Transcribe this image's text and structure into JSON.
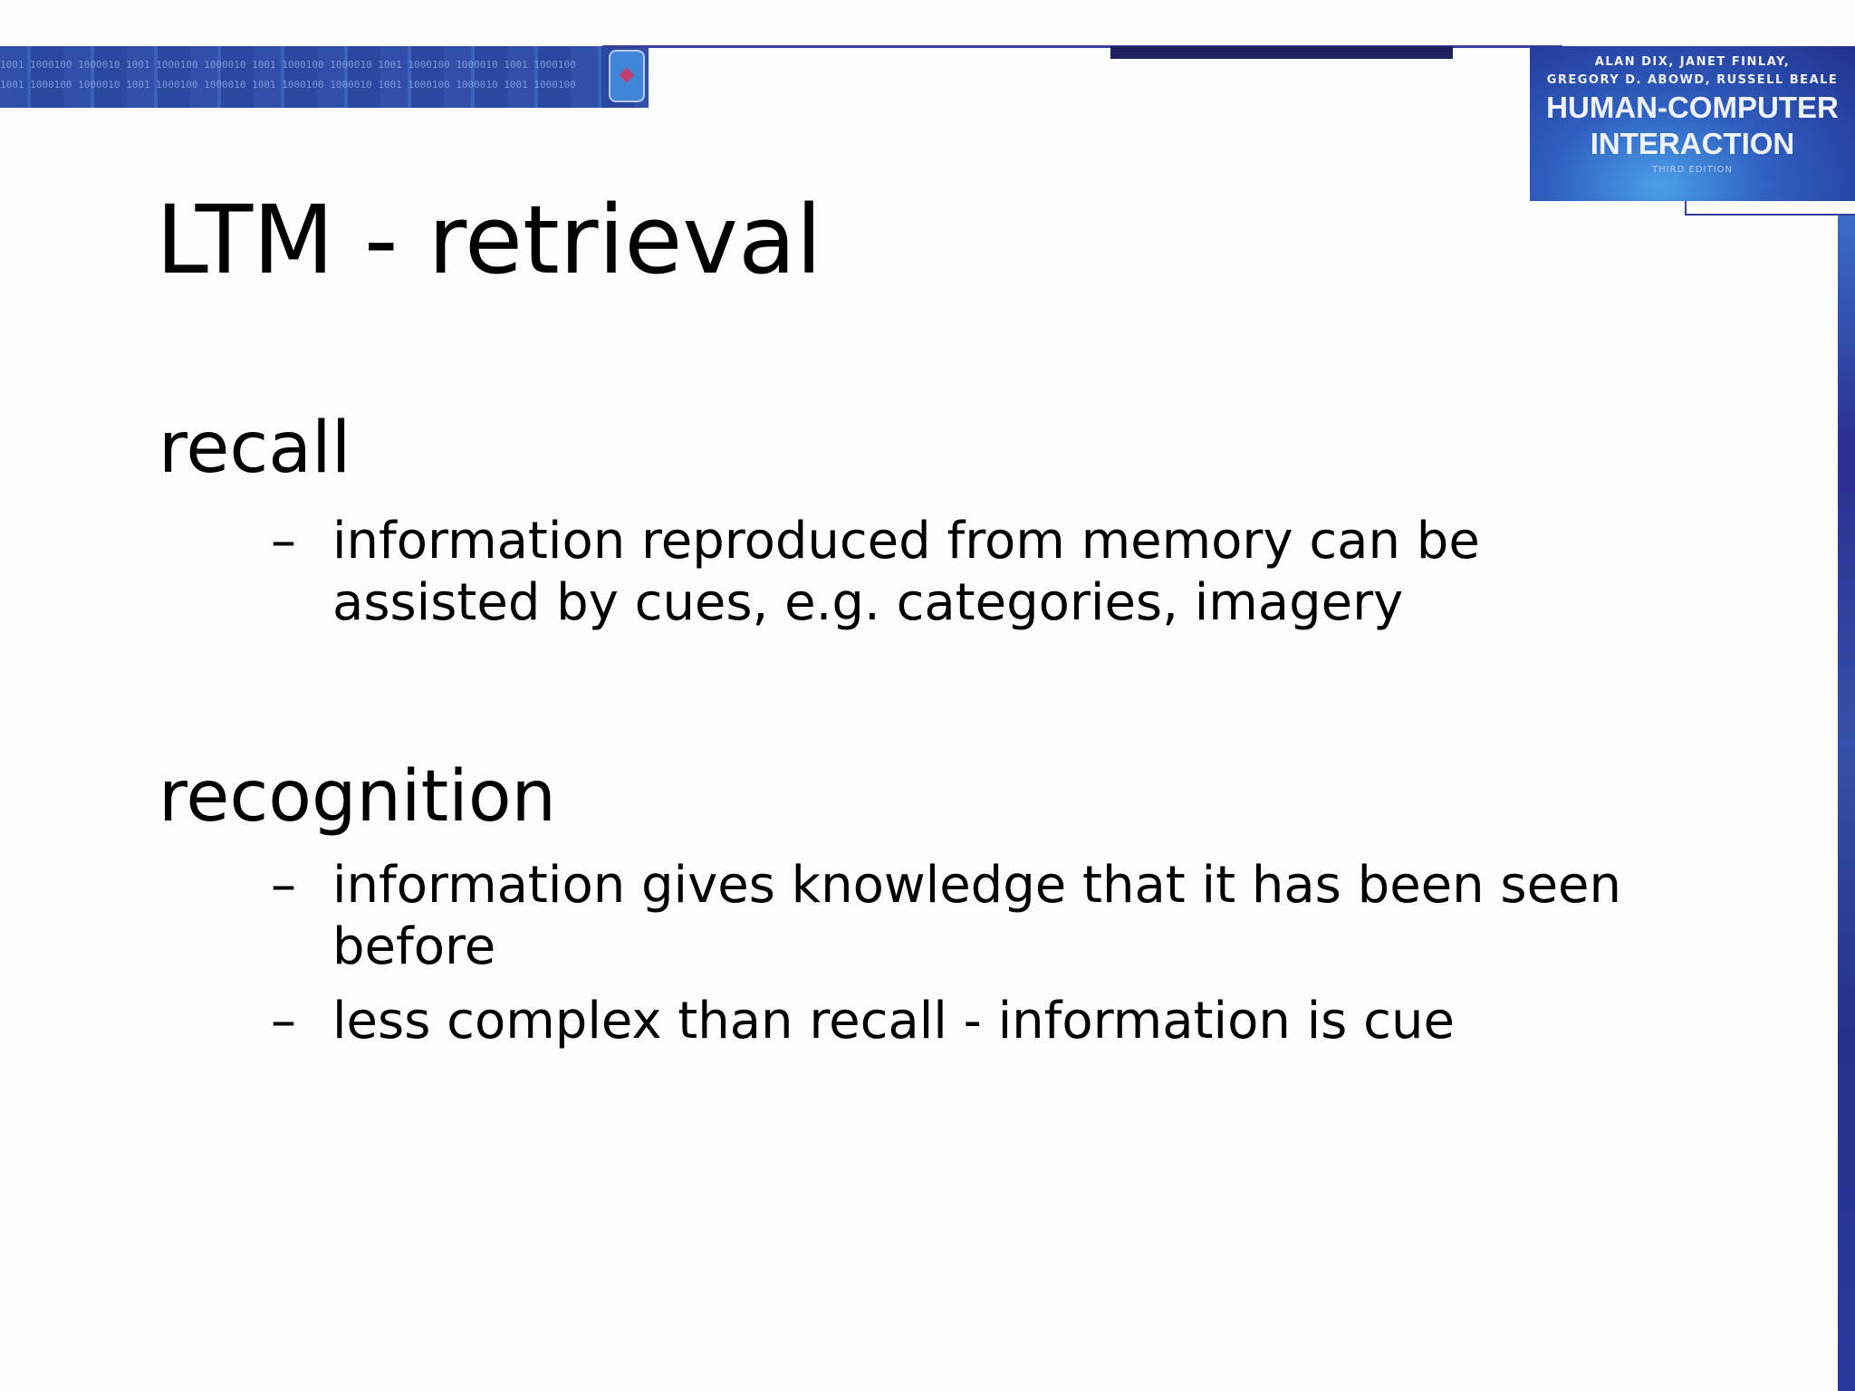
{
  "banner": {
    "pattern_text": "1001 1000100 1000010 1001 1000100 1000010 1001 1000100 1000010 1001 1000100 1000010 1001 1000100"
  },
  "cover": {
    "authors_line1": "ALAN DIX, JANET FINLAY,",
    "authors_line2": "GREGORY D. ABOWD, RUSSELL BEALE",
    "title_line1": "HUMAN-COMPUTER",
    "title_line2": "INTERACTION",
    "edition": "THIRD EDITION"
  },
  "slide": {
    "title": "LTM - retrieval",
    "sections": [
      {
        "heading": "recall",
        "bullets": [
          "information reproduced from memory can be assisted by cues, e.g. categories, imagery"
        ]
      },
      {
        "heading": "recognition",
        "bullets": [
          "information gives knowledge that it has been seen before",
          "less complex than recall - information is cue"
        ]
      }
    ],
    "bullet_marker": "–"
  },
  "colors": {
    "accent": "#2f4fa8",
    "dark_bar": "#21205e",
    "frame_line": "#3a3d9a"
  }
}
